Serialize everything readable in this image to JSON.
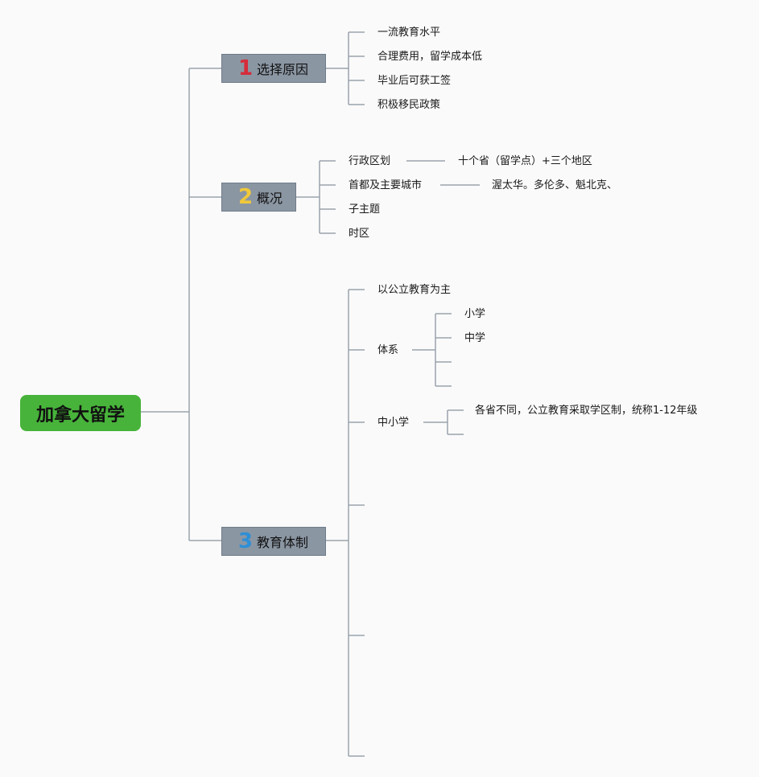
{
  "root": {
    "label": "加拿大留学",
    "color": "#47b33a"
  },
  "branches": [
    {
      "number": "1",
      "number_color": "#d62b3a",
      "label": "选择原因",
      "items": [
        "一流教育水平",
        "合理费用，留学成本低",
        "毕业后可获工签",
        "积极移民政策"
      ]
    },
    {
      "number": "2",
      "number_color": "#f0c93a",
      "label": "概况",
      "items": [
        {
          "label": "行政区划",
          "detail": "十个省（留学点）+三个地区"
        },
        {
          "label": "首都及主要城市",
          "detail": "渥太华。多伦多、魁北克、"
        },
        {
          "label": "子主题"
        },
        {
          "label": "时区"
        }
      ]
    },
    {
      "number": "3",
      "number_color": "#2e8fd6",
      "label": "教育体制",
      "items": [
        {
          "label": "以公立教育为主"
        },
        {
          "label": "体系",
          "children": [
            "小学",
            "中学",
            ""
          ]
        },
        {
          "label": "中小学",
          "children": [
            "各省不同，公立教育采取学区制，统称1-12年级",
            ""
          ]
        },
        {
          "label": ""
        },
        {
          "label": ""
        },
        {
          "label": ""
        }
      ]
    }
  ]
}
